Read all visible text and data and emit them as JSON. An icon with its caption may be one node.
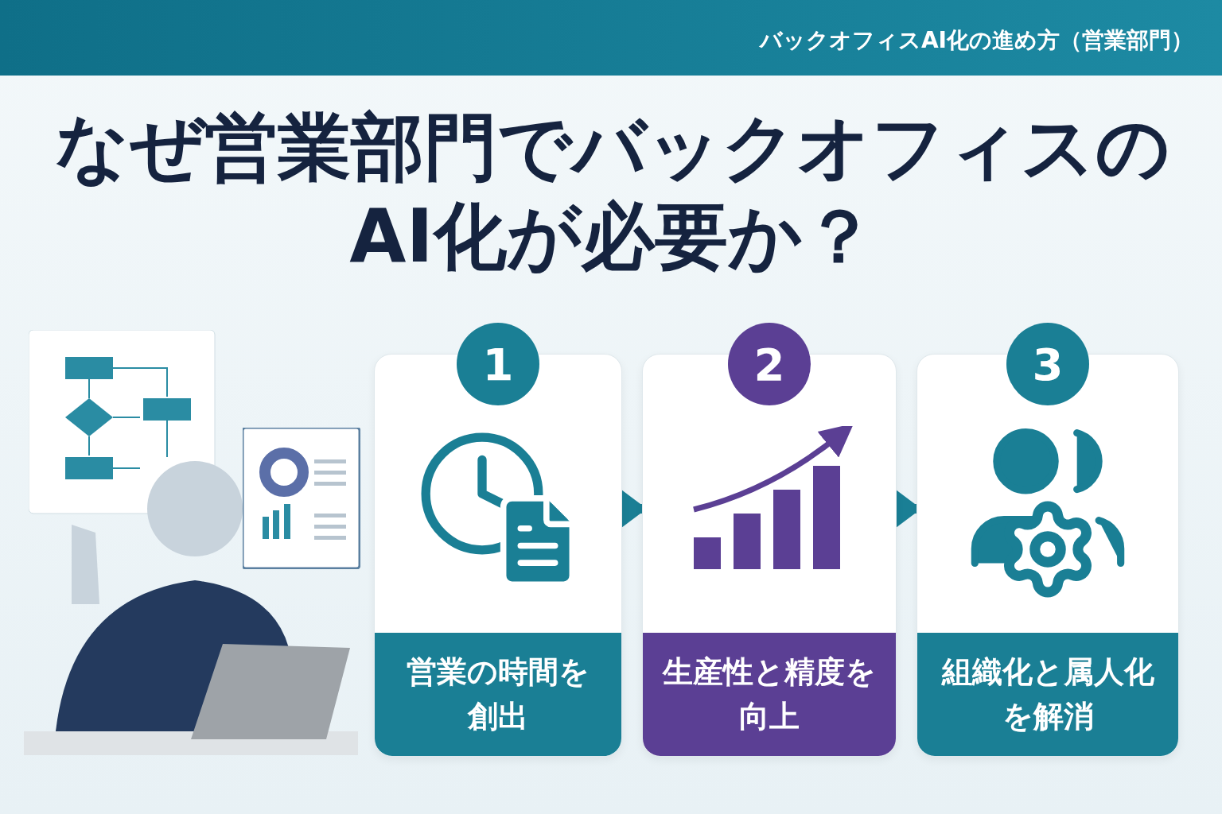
{
  "diagram": {
    "title": "なぜ営業部門でバックオフィスのAI化が必要か？",
    "nodes": [
      {
        "text": [
          "1",
          "営業の時間を創出"
        ]
      },
      {
        "text": [
          "2",
          "生産性と精度を向上"
        ]
      },
      {
        "text": [
          "3",
          "組織化と属人化を解消"
        ]
      }
    ],
    "edges": [
      {
        "from": 0,
        "to": 1,
        "arrow": "to"
      },
      {
        "from": 1,
        "to": 2,
        "arrow": "to"
      }
    ],
    "labels": [
      "バックオフィスAI化の進め方（営業部門）"
    ]
  }
}
